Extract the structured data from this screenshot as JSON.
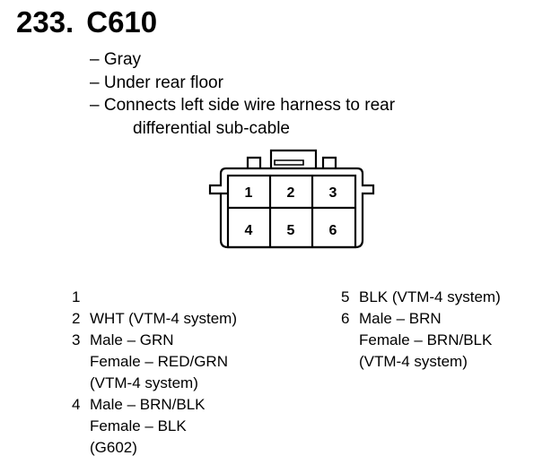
{
  "title": {
    "number": "233.",
    "connector": "C610"
  },
  "notes": [
    "– Gray",
    "– Under rear floor",
    "– Connects left side wire harness to rear"
  ],
  "notes_continuation": "differential sub-cable",
  "connector_diagram": {
    "pins": [
      "1",
      "2",
      "3",
      "4",
      "5",
      "6"
    ]
  },
  "pins_left": [
    {
      "num": "1",
      "lines": []
    },
    {
      "num": "2",
      "lines": [
        "WHT (VTM-4 system)"
      ]
    },
    {
      "num": "3",
      "lines": [
        "Male – GRN",
        "Female – RED/GRN",
        "(VTM-4 system)"
      ]
    },
    {
      "num": "4",
      "lines": [
        "Male – BRN/BLK",
        "Female – BLK",
        "(G602)"
      ]
    }
  ],
  "pins_right": [
    {
      "num": "5",
      "lines": [
        "BLK (VTM-4 system)"
      ]
    },
    {
      "num": "6",
      "lines": [
        "Male – BRN",
        "Female – BRN/BLK",
        "(VTM-4 system)"
      ]
    }
  ]
}
